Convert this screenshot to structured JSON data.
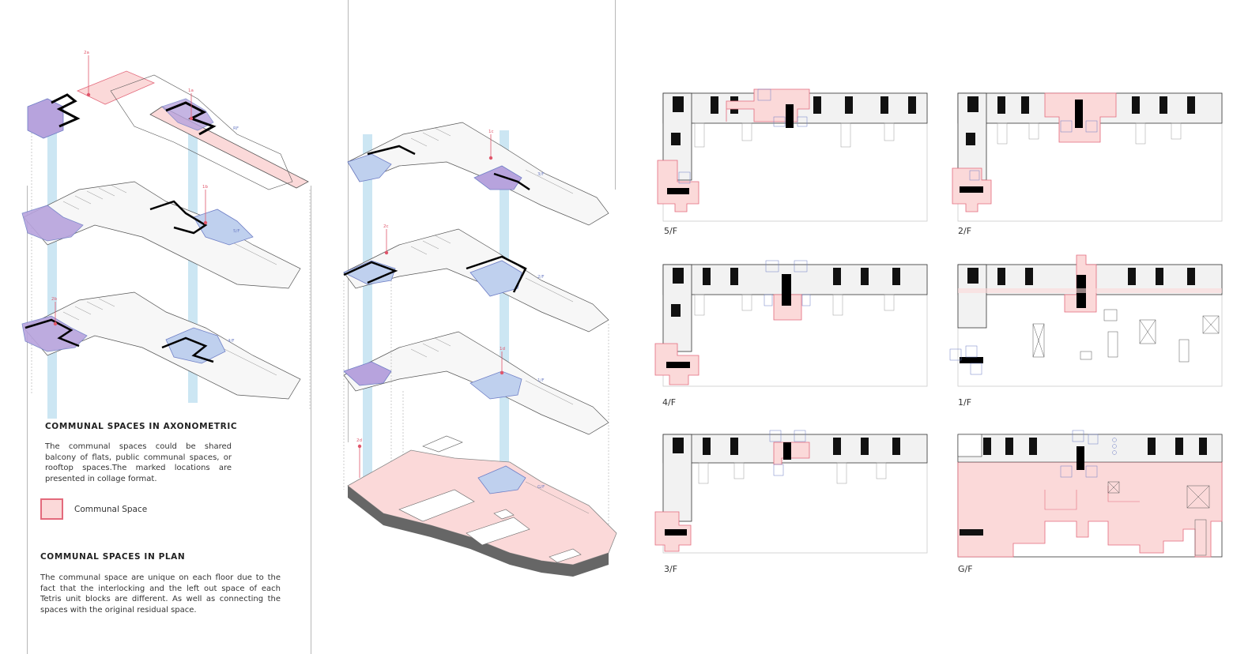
{
  "colors": {
    "communal_fill": "#fbd9d9",
    "communal_stroke": "#e36a7c",
    "core_column": "#bfe0f0",
    "marker": "#e0566b",
    "block_line": "#555555",
    "unit_blue": "#6f7fc6",
    "unit_purple": "#b7a3dd"
  },
  "axonometric_left": {
    "floor_tags": [
      "RF",
      "5/F",
      "4/F"
    ],
    "marker_tags": [
      "2a",
      "1a",
      "1b",
      "2b"
    ]
  },
  "axonometric_right": {
    "floor_tags": [
      "3/F",
      "2/F",
      "1/F",
      "G/F"
    ],
    "marker_tags": [
      "1c",
      "2c",
      "1d",
      "2d"
    ]
  },
  "section_axo": {
    "heading": "COMMUNAL SPACES IN AXONOMETRIC",
    "body": "The communal spaces could be shared balcony of flats, public communal spaces, or rooftop spaces.The marked locations are presented in collage format."
  },
  "legend": {
    "label": "Communal Space"
  },
  "section_plan": {
    "heading": "COMMUNAL SPACES IN PLAN",
    "body": "The communal space are unique on each floor due to the fact that the interlocking and the left out space of each Tetris unit blocks are different. As well as connecting the spaces with the original residual space."
  },
  "plans": [
    {
      "label": "5/F"
    },
    {
      "label": "2/F"
    },
    {
      "label": "4/F"
    },
    {
      "label": "1/F"
    },
    {
      "label": "3/F"
    },
    {
      "label": "G/F"
    }
  ]
}
